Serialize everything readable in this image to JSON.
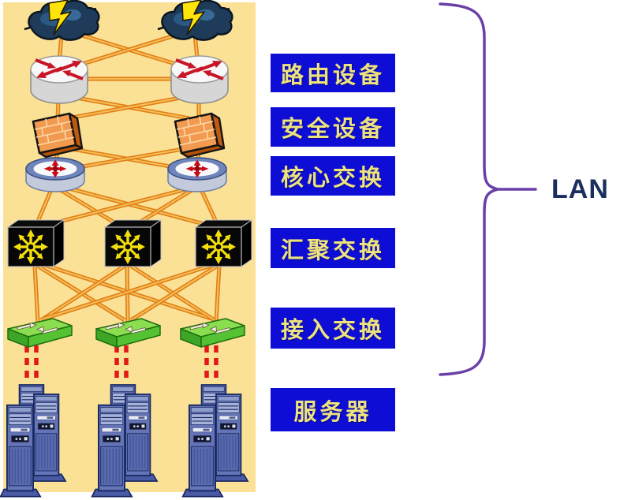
{
  "colors": {
    "page_bg": "#FFFFFF",
    "panel_bg": "#FBE195",
    "label_bg": "#0D0DD6",
    "label_text": "#EDE27E",
    "link_outer": "#E2801A",
    "link_inner": "#F6C35A",
    "server_link": "#E01818",
    "brace": "#6B3FA8",
    "lan_text": "#1B2F5E"
  },
  "legend": {
    "labels": [
      {
        "id": "routing-devices",
        "text": "路由设备"
      },
      {
        "id": "security-devices",
        "text": "安全设备"
      },
      {
        "id": "core-switching",
        "text": "核心交换"
      },
      {
        "id": "aggregation-switching",
        "text": "汇聚交换"
      },
      {
        "id": "access-switching",
        "text": "接入交换"
      },
      {
        "id": "servers",
        "text": "服务器"
      }
    ]
  },
  "lan": {
    "label": "LAN"
  },
  "topology": {
    "internet_clouds": 2,
    "routers": 2,
    "firewalls": 2,
    "core_switches": 2,
    "aggregation_switches": 3,
    "access_switches": 3,
    "server_groups": 3
  }
}
